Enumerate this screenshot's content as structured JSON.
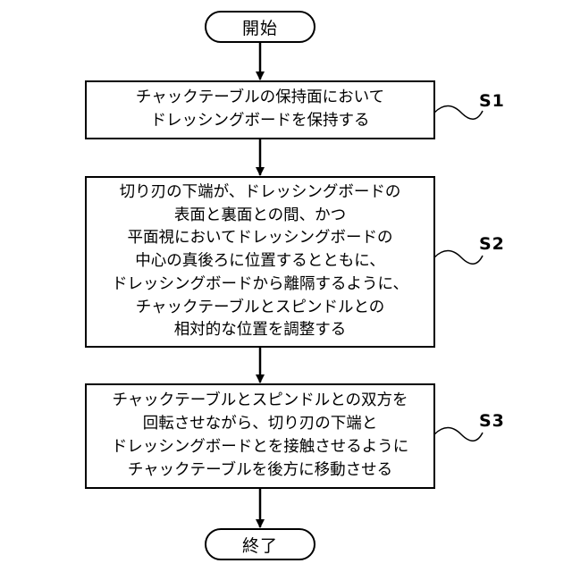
{
  "start": {
    "label": "開始"
  },
  "end": {
    "label": "終了"
  },
  "steps": [
    {
      "id": "S1",
      "lines": [
        "チャックテーブルの保持面において",
        "ドレッシングボードを保持する"
      ]
    },
    {
      "id": "S2",
      "lines": [
        "切り刃の下端が、ドレッシングボードの",
        "表面と裏面との間、かつ",
        "平面視においてドレッシングボードの",
        "中心の真後ろに位置するとともに、",
        "ドレッシングボードから離隔するように、",
        "チャックテーブルとスピンドルとの",
        "相対的な位置を調整する"
      ]
    },
    {
      "id": "S3",
      "lines": [
        "チャックテーブルとスピンドルとの双方を",
        "回転させながら、切り刃の下端と",
        "ドレッシングボードとを接触させるように",
        "チャックテーブルを後方に移動させる"
      ]
    }
  ]
}
